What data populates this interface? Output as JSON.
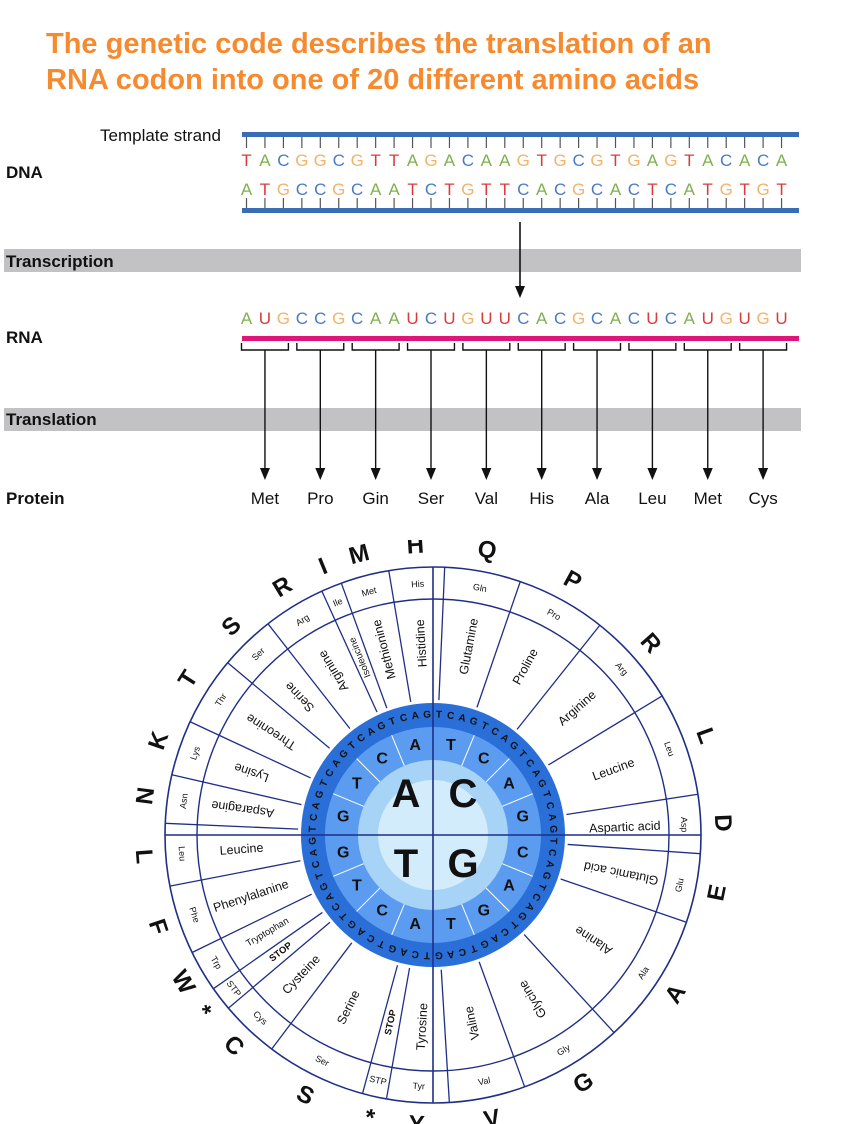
{
  "title": {
    "line1": "The genetic code describes the translation of an",
    "line2": "RNA codon into one of 20 different amino acids"
  },
  "labels": {
    "template_strand": "Template strand",
    "dna": "DNA",
    "transcription": "Transcription",
    "rna": "RNA",
    "translation": "Translation",
    "protein": "Protein"
  },
  "sequences": {
    "template": "TACGGCGTTAGACAAGTGCGTGAGTACACA",
    "coding": "ATGCCGCAATCTGTTCACGCACTCATGTGT",
    "rna": "AUGCCGCAAUCUGUUCACGCACUCAUGUGU"
  },
  "proteins": [
    "Met",
    "Pro",
    "Gin",
    "Ser",
    "Val",
    "His",
    "Ala",
    "Leu",
    "Met",
    "Cys"
  ],
  "colors": {
    "title": "#f58a2f",
    "strand_blue": "#3a6db5",
    "rna_pink": "#e0157a",
    "band_gray": "#c2c2c4",
    "A": "#7fb04f",
    "T": "#d93b3b",
    "U": "#d93b3b",
    "C": "#4a7cc4",
    "G": "#f2b36b",
    "wheel_line": "#1f2f86",
    "ring_blue": "#2a6fd8",
    "ring_mid": "#5c9cf0",
    "ring_light": "#a7d3f7",
    "ring_center": "#d3ecfb"
  },
  "wheel": {
    "center": [
      "A",
      "C",
      "T",
      "G"
    ],
    "second": [
      [
        "G",
        "T",
        "C",
        "A"
      ],
      [
        "T",
        "C",
        "A",
        "G"
      ],
      [
        "A",
        "C",
        "T",
        "G"
      ],
      [
        "C",
        "A",
        "G",
        "T"
      ]
    ],
    "third": "TCAG",
    "segments": [
      {
        "name": "Methionine",
        "abbr": "Met",
        "letter": "M"
      },
      {
        "name": "Histidine",
        "abbr": "His",
        "letter": "H"
      },
      {
        "name": "Glutamine",
        "abbr": "Gln",
        "letter": "Q"
      },
      {
        "name": "Proline",
        "abbr": "Pro",
        "letter": "P"
      },
      {
        "name": "Arginine",
        "abbr": "Arg",
        "letter": "R"
      },
      {
        "name": "Leucine",
        "abbr": "Leu",
        "letter": "L"
      },
      {
        "name": "Aspartic acid",
        "abbr": "Asp",
        "letter": "D"
      },
      {
        "name": "Glutamic acid",
        "abbr": "Glu",
        "letter": "E"
      },
      {
        "name": "Alanine",
        "abbr": "Ala",
        "letter": "A"
      },
      {
        "name": "Glycine",
        "abbr": "Gly",
        "letter": "G"
      },
      {
        "name": "Valine",
        "abbr": "Val",
        "letter": "V"
      },
      {
        "name": "Tyrosine",
        "abbr": "Tyr",
        "letter": "Y"
      },
      {
        "name": "STOP",
        "abbr": "STP",
        "letter": "*"
      },
      {
        "name": "Serine",
        "abbr": "Ser",
        "letter": "S"
      },
      {
        "name": "Cysteine",
        "abbr": "Cys",
        "letter": "C"
      },
      {
        "name": "STOP",
        "abbr": "STP",
        "letter": "*"
      },
      {
        "name": "Tryptophan",
        "abbr": "Trp",
        "letter": "W"
      },
      {
        "name": "Phenylalanine",
        "abbr": "Phe",
        "letter": "F"
      },
      {
        "name": "Leucine",
        "abbr": "Leu",
        "letter": "L"
      },
      {
        "name": "Asparagine",
        "abbr": "Asn",
        "letter": "N"
      },
      {
        "name": "Lysine",
        "abbr": "Lys",
        "letter": "K"
      },
      {
        "name": "Threonine",
        "abbr": "Thr",
        "letter": "T"
      },
      {
        "name": "Serine",
        "abbr": "Ser",
        "letter": "S"
      },
      {
        "name": "Arginine",
        "abbr": "Arg",
        "letter": "R"
      },
      {
        "name": "Isoleucine",
        "abbr": "Ile",
        "letter": "I"
      }
    ]
  }
}
